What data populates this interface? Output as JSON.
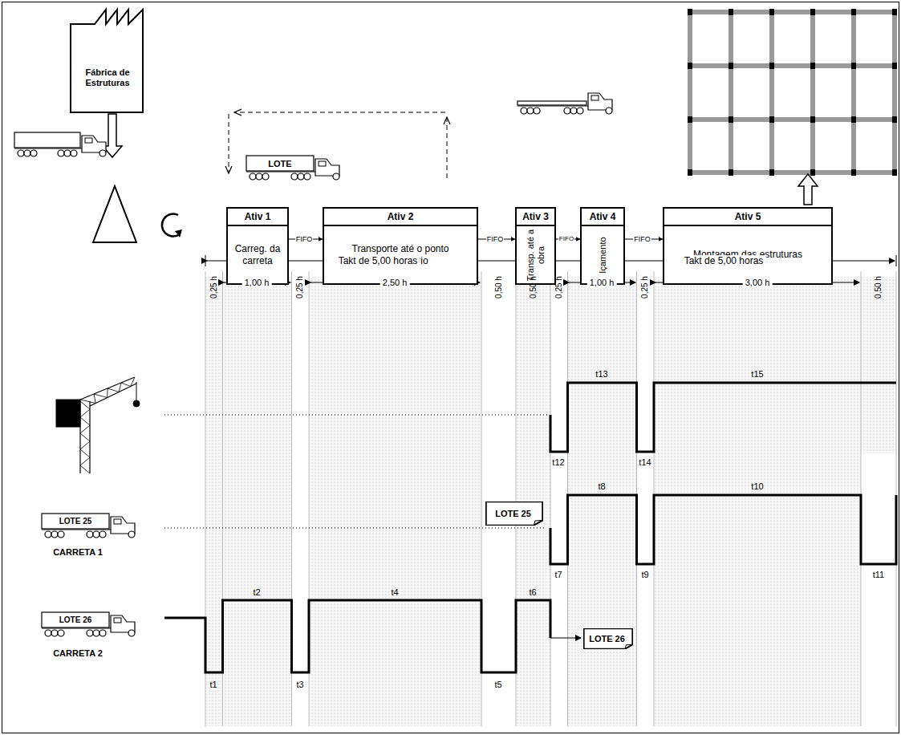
{
  "diagram": {
    "nodes": [
      {
        "text": [
          "Fábrica de Estruturas"
        ]
      },
      {
        "text": [
          "Ativ 1",
          "Carreg. da carreta"
        ]
      },
      {
        "text": [
          "Ativ 2",
          "Transporte até o ponto intermediário"
        ]
      },
      {
        "text": [
          "Ativ 3",
          "Transp. até a obra"
        ]
      },
      {
        "text": [
          "Ativ 4",
          "Içamento"
        ]
      },
      {
        "text": [
          "Ativ 5",
          "Montagem das estruturas"
        ]
      },
      {
        "text": [
          "LOTE 25"
        ]
      },
      {
        "text": [
          "LOTE 26"
        ]
      }
    ],
    "edges": [
      {
        "from": 1,
        "to": 2,
        "label": "FIFO",
        "arrow": "to"
      },
      {
        "from": 2,
        "to": 3,
        "label": "FIFO",
        "arrow": "to"
      },
      {
        "from": 3,
        "to": 4,
        "label": "FIFO",
        "arrow": "to"
      },
      {
        "from": 4,
        "to": 5,
        "label": "FIFO",
        "arrow": "to"
      }
    ],
    "labels": [
      "Takt de 5,00 horas",
      "Takt de 5,00 horas",
      "0,25 h",
      "1,00 h",
      "0,25 h",
      "2,50 h",
      "0,50 h",
      "0,50 h",
      "0,25 h",
      "1,00 h",
      "0,25 h",
      "3,00 h",
      "0,50 h",
      "t1",
      "t2",
      "t3",
      "t4",
      "t5",
      "t6",
      "t7",
      "t8",
      "t9",
      "t10",
      "t11",
      "t12",
      "t13",
      "t14",
      "t15",
      "LOTE",
      "LOTE 25",
      "CARRETA 1",
      "LOTE 26",
      "CARRETA 2"
    ]
  }
}
